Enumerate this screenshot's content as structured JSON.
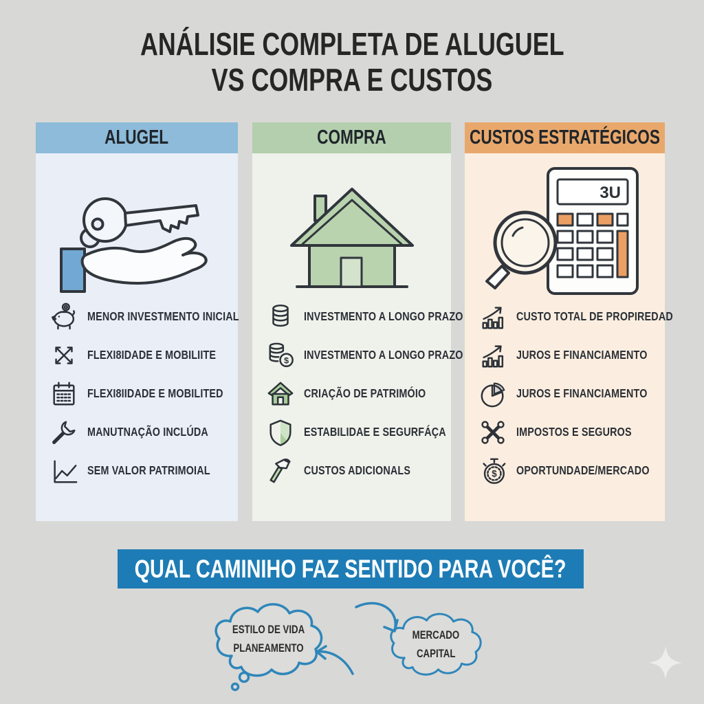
{
  "page": {
    "title_line1": "ANÁLISIE COMPLETA DE ALUGUEL",
    "title_line2": "VS COMPRA E CUSTOS",
    "background_color": "#d8d8d6"
  },
  "glyphs": {
    "dollar": "$"
  },
  "columns": [
    {
      "header": "ALUGEL",
      "header_color": "#8dbbd9",
      "body_color": "#e9eef7",
      "hero_icon": "hand-holding-key-icon",
      "items": [
        {
          "icon": "piggy-bank-icon",
          "label": "MENOR INVESTMENTO INICIAL"
        },
        {
          "icon": "crossed-arrows-icon",
          "label": "FLEXI8IDADE E MOBILIITE"
        },
        {
          "icon": "calendar-icon",
          "label": "FLEXI8IIDADE E MOBILITED"
        },
        {
          "icon": "wrench-icon",
          "label": "MANUTNAÇÃO INCLÚDA"
        },
        {
          "icon": "line-chart-icon",
          "label": "SEM VALOR PATRIMOIAL"
        }
      ]
    },
    {
      "header": "COMPRA",
      "header_color": "#b3cfae",
      "body_color": "#eef2eb",
      "hero_icon": "house-icon",
      "items": [
        {
          "icon": "coin-stack-icon",
          "label": "INVESTMENTO A LONGO PRAZO"
        },
        {
          "icon": "coin-stack-dollar-icon",
          "label": "INVESTMENTO A LONGO PRAZO"
        },
        {
          "icon": "house-small-icon",
          "label": "CRIAÇÃO DE PATRIMÓIO"
        },
        {
          "icon": "shield-icon",
          "label": "ESTABILIDAE E SEGURFÁÇA"
        },
        {
          "icon": "hammer-icon",
          "label": "CUSTOS ADICIONALS"
        }
      ]
    },
    {
      "header": "CUSTOS ESTRATÉGICOS",
      "header_color": "#e9a86b",
      "body_color": "#fbeee0",
      "hero_icon": "calculator-magnifier-icon",
      "calculator_display": "3U",
      "items": [
        {
          "icon": "bar-chart-up-icon",
          "label": "CUSTO TOTAL DE PROPIREDAD"
        },
        {
          "icon": "bar-chart-up-icon",
          "label": "JUROS E FINANCIAMENTO"
        },
        {
          "icon": "pie-chart-icon",
          "label": "JUROS E FINANCIAMENTO"
        },
        {
          "icon": "knot-icon",
          "label": "IMPOSTOS E SEGUROS"
        },
        {
          "icon": "stopwatch-dollar-icon",
          "label": "OPORTUNDADE/MERCADO"
        }
      ]
    }
  ],
  "banner": {
    "text": "QUAL CAMINIHO FAZ SENTIDO PARA VOCÊ?",
    "background_color": "#1d7cb5"
  },
  "clouds": {
    "outline_color": "#2e86ba",
    "left": {
      "line1": "ESTILO DE VIDA",
      "line2": "PLANEAMENTO"
    },
    "right": {
      "line1": "MERCADO",
      "line2": "CAPITAL"
    }
  }
}
